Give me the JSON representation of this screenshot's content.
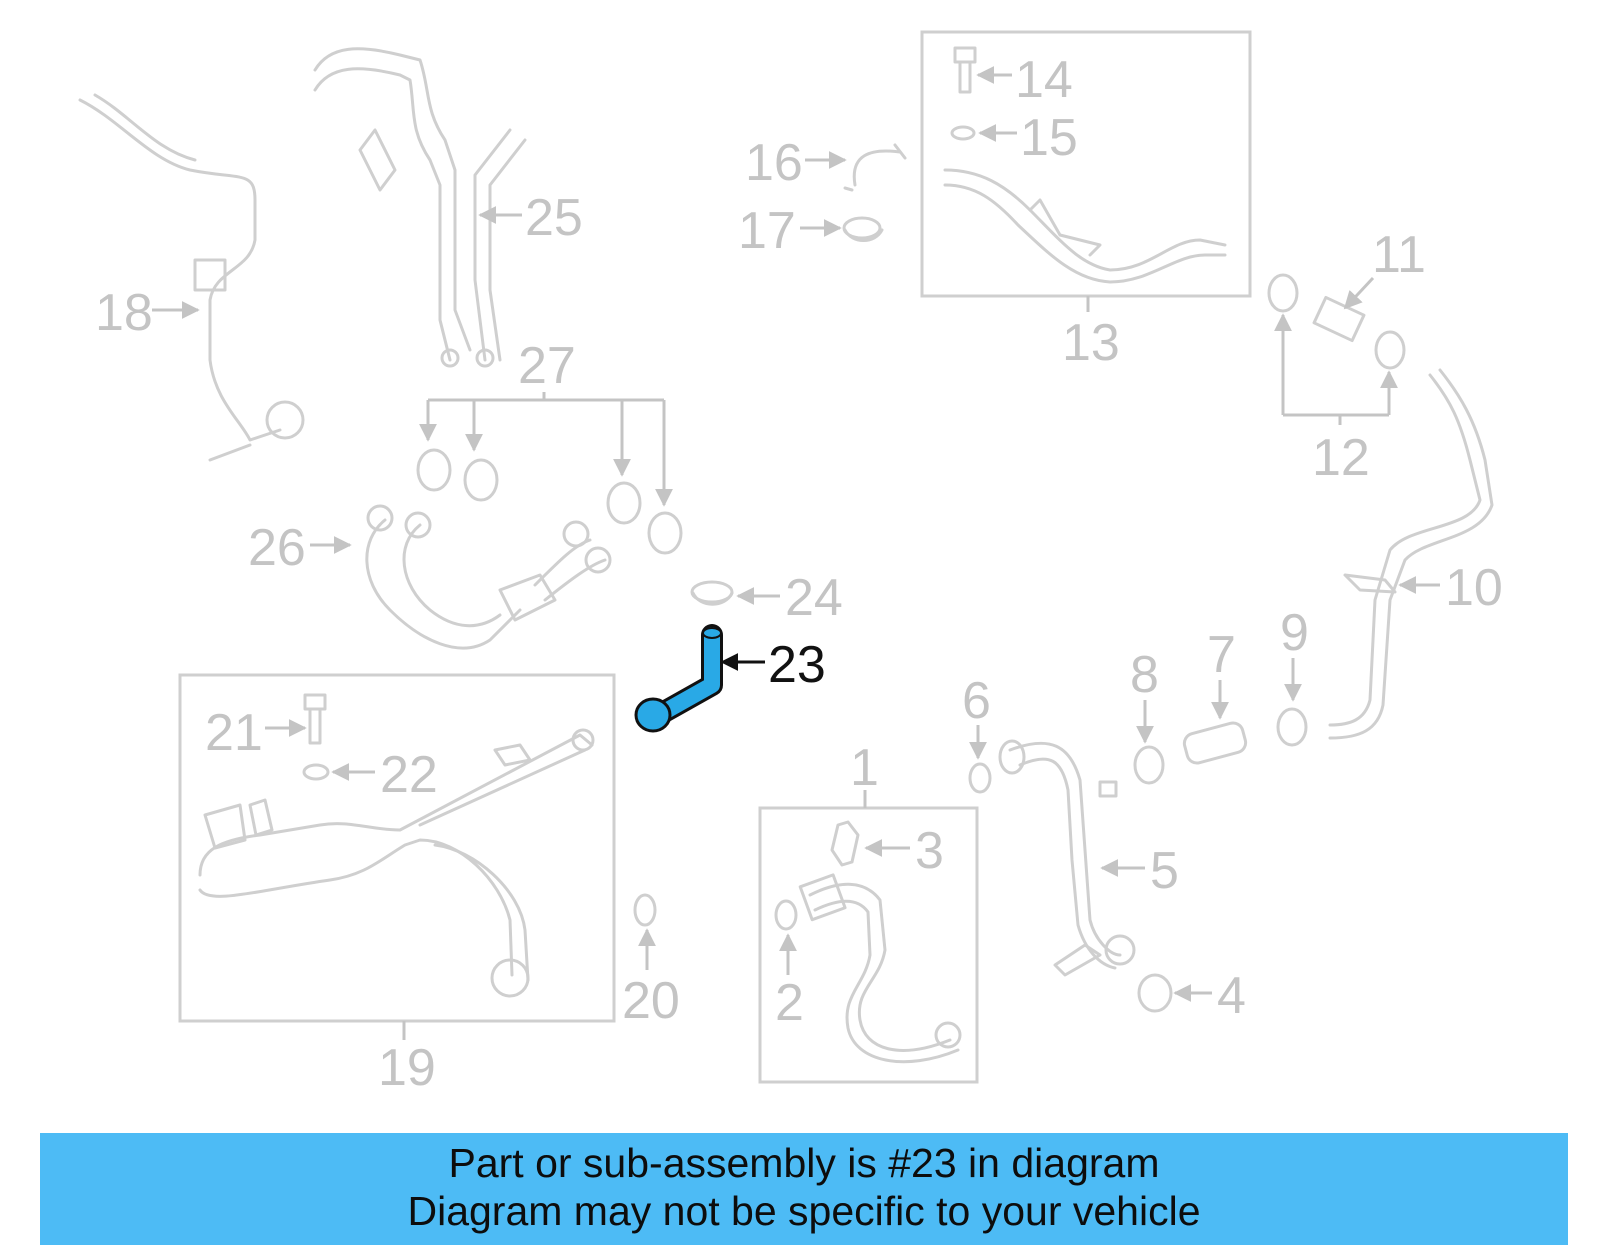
{
  "callouts": {
    "c1": "1",
    "c2": "2",
    "c3": "3",
    "c4": "4",
    "c5": "5",
    "c6": "6",
    "c7": "7",
    "c8": "8",
    "c9": "9",
    "c10": "10",
    "c11": "11",
    "c12": "12",
    "c13": "13",
    "c14": "14",
    "c15": "15",
    "c16": "16",
    "c17": "17",
    "c18": "18",
    "c19": "19",
    "c20": "20",
    "c21": "21",
    "c22": "22",
    "c23": "23",
    "c24": "24",
    "c25": "25",
    "c26": "26",
    "c27": "27"
  },
  "highlight": {
    "part_number": "23",
    "color": "#29a9e6"
  },
  "colors": {
    "line_gray": "#cfcfcf",
    "banner_bg": "#4dbbf5",
    "banner_text": "#0d0d0d"
  },
  "banner": {
    "line1": "Part or sub-assembly is #23 in diagram",
    "line2": "Diagram may not be specific to your vehicle"
  }
}
